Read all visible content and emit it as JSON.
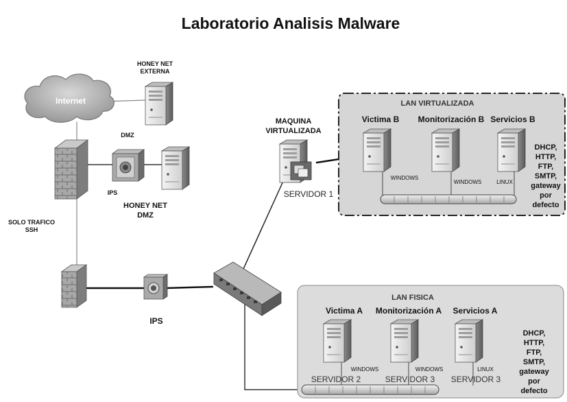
{
  "title": "Laboratorio Analisis Malware",
  "labels": {
    "internet": "Internet",
    "honey_ext_1": "HONEY NET",
    "honey_ext_2": "EXTERNA",
    "dmz": "DMZ",
    "ips_small": "IPS",
    "honey_dmz_1": "HONEY NET",
    "honey_dmz_2": "DMZ",
    "solo_1": "SOLO TRAFICO",
    "solo_2": "SSH",
    "ips_main": "IPS",
    "maquina_1": "MAQUINA",
    "maquina_2": "VIRTUALIZADA",
    "servidor1": "SERVIDOR 1"
  },
  "lan_virtual": {
    "title": "LAN VIRTUALIZADA",
    "hosts": [
      {
        "name": "Victima B",
        "os": "WINDOWS"
      },
      {
        "name": "Monitorización B",
        "os": "WINDOWS"
      },
      {
        "name": "Servicios B",
        "os": "LINUX"
      }
    ],
    "services": [
      "DHCP,",
      "HTTP,",
      "FTP,",
      "SMTP,",
      "gateway",
      "por",
      "defecto"
    ]
  },
  "lan_fisica": {
    "title": "LAN FISICA",
    "hosts": [
      {
        "name": "Victima A",
        "os": "WINDOWS",
        "server": "SERVIDOR 2"
      },
      {
        "name": "Monitorización A",
        "os": "WINDOWS",
        "server": "SERVIDOR 3"
      },
      {
        "name": "Servicios A",
        "os": "LINUX",
        "server": "SERVIDOR 3"
      }
    ],
    "services": [
      "DHCP,",
      "HTTP,",
      "FTP,",
      "SMTP,",
      "gateway",
      "por",
      "defecto"
    ]
  }
}
